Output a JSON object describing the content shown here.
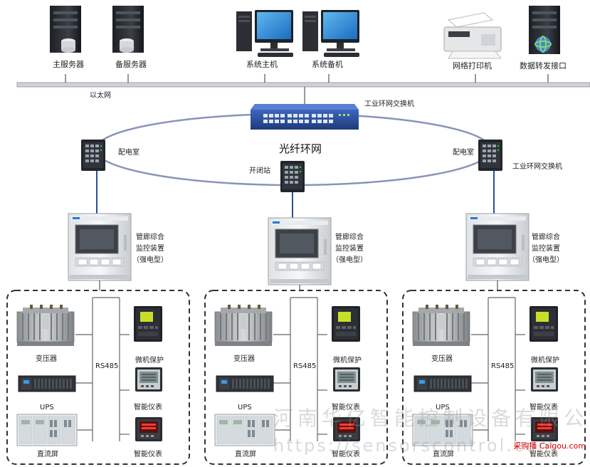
{
  "top_devices": {
    "main_server": "主服务器",
    "backup_server": "备服务器",
    "system_host": "系统主机",
    "system_backup": "系统备机",
    "network_printer": "网络打印机",
    "data_forward_port": "数据转发接口"
  },
  "network": {
    "ethernet": "以太网",
    "core_switch": "工业环网交换机",
    "fiber_ring": "光纤环网",
    "left_node": "配电室",
    "center_node": "开闭站",
    "right_node": "配电室",
    "right_switch": "工业环网交换机"
  },
  "monitors": [
    {
      "label": "管廊综合\n监控装置\n（强电型）"
    },
    {
      "label": "管廊综合\n监控装置\n（强电型）"
    },
    {
      "label": "管廊综合\n监控装置\n（强电型）"
    }
  ],
  "field_groups": [
    {
      "bus": "RS485",
      "transformer": "变压器",
      "ups": "UPS",
      "dc_panel": "直流屏",
      "relay": "微机保护",
      "meter1": "智能仪表",
      "meter2": "智能仪表"
    },
    {
      "bus": "RS485",
      "transformer": "变压器",
      "ups": "UPS",
      "dc_panel": "直流屏",
      "relay": "微机保护",
      "meter1": "智能仪表",
      "meter2": "智能仪表"
    },
    {
      "bus": "RS485",
      "transformer": "变压器",
      "ups": "UPS",
      "dc_panel": "直流屏",
      "relay": "微机保护",
      "meter1": "智能仪表",
      "meter2": "智能仪表"
    }
  ],
  "watermarks": {
    "company": "河南华亿智能控制设备有限公司",
    "url": "https://sensorscontrol.com",
    "site": "采购播 Caigou.com"
  },
  "colors": {
    "ring": "#8a94b8",
    "switch_blue": "#2c4e9a",
    "device_dark": "#262a30",
    "screen_blue": "#2a86d8",
    "group_border": "#333333"
  }
}
